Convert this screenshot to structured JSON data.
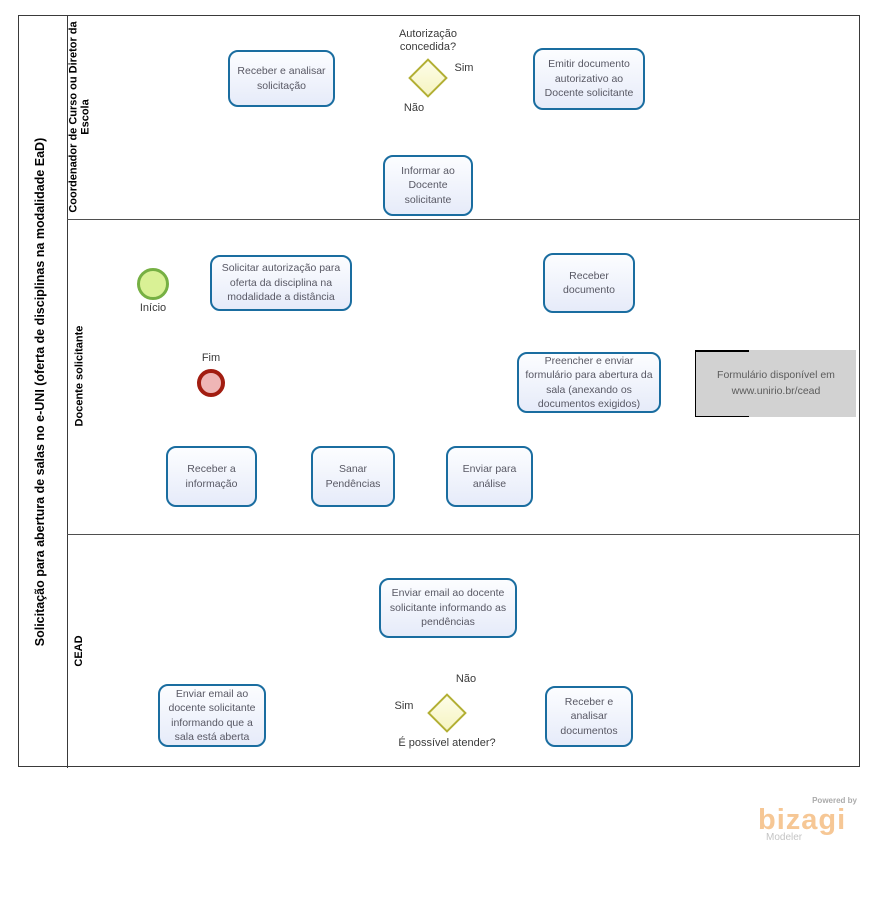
{
  "pool": {
    "title": "Solicitação para abertura de salas no e-UNI (oferta de disciplinas na modalidade EaD)",
    "lanes": [
      {
        "label": "Coordenador de Curso ou Diretor da Escola"
      },
      {
        "label": "Docente  solicitante"
      },
      {
        "label": "CEAD"
      }
    ]
  },
  "events": {
    "start": "Início",
    "end": "Fim"
  },
  "tasks": {
    "receber_analisar": "Receber  e analisar solicitação",
    "emitir_documento": "Emitir documento autorizativo ao Docente solicitante",
    "informar_docente": "Informar ao Docente solicitante",
    "solicitar_autorizacao": "Solicitar autorização para oferta da disciplina na modalidade a distância",
    "receber_documento": "Receber documento",
    "preencher_enviar": "Preencher e enviar formulário para abertura da sala (anexando os documentos exigidos)",
    "receber_informacao": "Receber a informação",
    "sanar_pendencias": "Sanar Pendências",
    "enviar_analise": "Enviar para análise",
    "enviar_email_pendencias": "Enviar email ao docente solicitante informando as pendências",
    "enviar_email_aberta": "Enviar email ao docente solicitante informando que a sala está aberta",
    "receber_analisar_documentos": "Receber e analisar documentos"
  },
  "gateways": {
    "gw1": {
      "question": "Autorização concedida?",
      "yes": "Sim",
      "no": "Não"
    },
    "gw2": {
      "question": "É possível atender?",
      "yes": "Sim",
      "no": "Não"
    }
  },
  "annotation": {
    "text": "Formulário disponível em www.unirio.br/cead"
  },
  "footer": {
    "powered_by": "Powered by",
    "brand": "bizagi",
    "product": "Modeler"
  },
  "colors": {
    "task_border": "#1a6da0",
    "task_fill": "#e8edf9",
    "gateway_border": "#b2af33",
    "gateway_fill": "#fafad2",
    "start_border": "#76b043",
    "start_fill": "#d9f195",
    "end_border": "#a21d11",
    "end_fill": "#efb6b6",
    "annotation_fill": "#d2d2d2",
    "brand_color": "#f6c795"
  }
}
